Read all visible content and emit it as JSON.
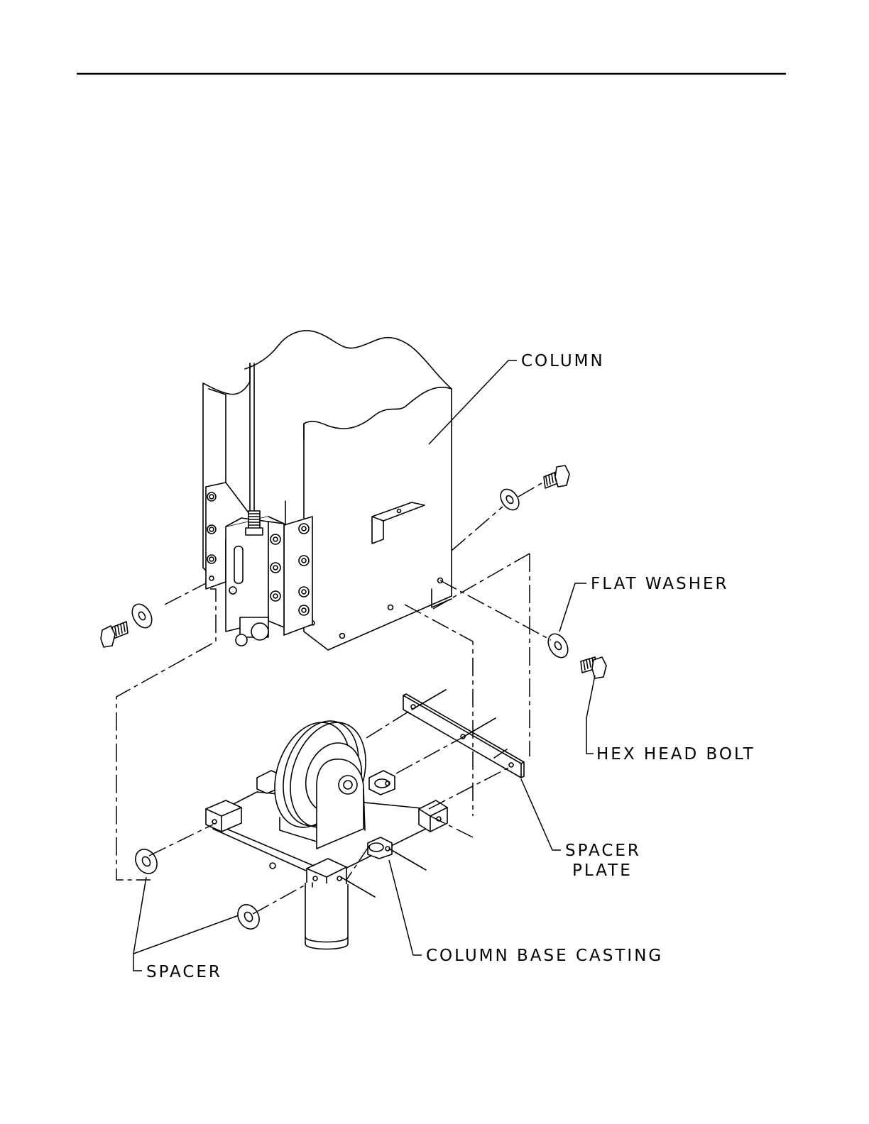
{
  "labels": {
    "column": "COLUMN",
    "flat_washer": "FLAT WASHER",
    "hex_head_bolt": "HEX HEAD BOLT",
    "spacer_plate_line1": "SPACER",
    "spacer_plate_line2": "PLATE",
    "column_base_casting": "COLUMN BASE CASTING",
    "spacer": "SPACER"
  }
}
